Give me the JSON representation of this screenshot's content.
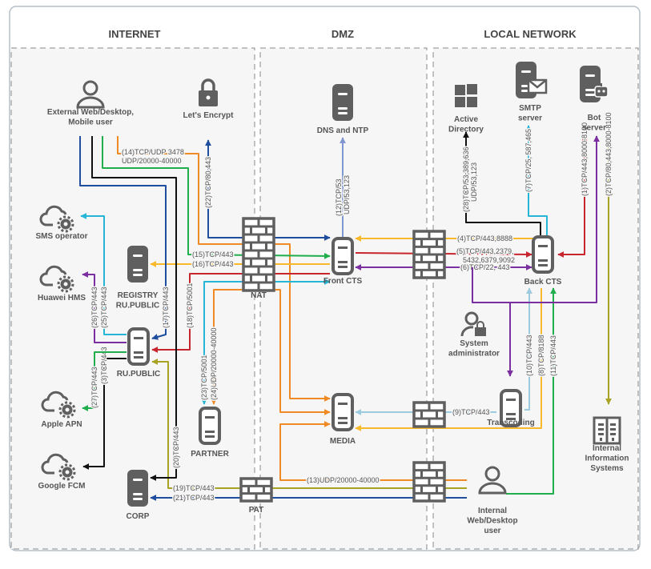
{
  "zones": [
    {
      "id": "internet",
      "title": "INTERNET"
    },
    {
      "id": "dmz",
      "title": "DMZ"
    },
    {
      "id": "local",
      "title": "LOCAL NETWORK"
    }
  ],
  "nodes": {
    "external_user": {
      "lines": [
        "External Web/Desktop,",
        "Mobile user"
      ],
      "icon": "user-icon"
    },
    "lets_encrypt": {
      "lines": [
        "Let's Encrypt"
      ],
      "icon": "lock-icon"
    },
    "dns_ntp": {
      "lines": [
        "DNS and NTP"
      ],
      "icon": "server-icon"
    },
    "active_directory": {
      "lines": [
        "Active",
        "Directory"
      ],
      "icon": "windows-icon"
    },
    "smtp": {
      "lines": [
        "SMTP",
        "server"
      ],
      "icon": "mail-server-icon"
    },
    "bot": {
      "lines": [
        "Bot",
        "server"
      ],
      "icon": "bot-server-icon"
    },
    "sms": {
      "lines": [
        "SMS operator"
      ],
      "icon": "cloud-gear-icon"
    },
    "huawei": {
      "lines": [
        "Huawei HMS"
      ],
      "icon": "cloud-gear-icon"
    },
    "registry": {
      "lines": [
        "REGISTRY",
        "RU.PUBLIC"
      ],
      "icon": "server-icon"
    },
    "rupublic": {
      "lines": [
        "RU.PUBLIC"
      ],
      "icon": "server-icon"
    },
    "apple": {
      "lines": [
        "Apple APN"
      ],
      "icon": "cloud-gear-icon"
    },
    "google": {
      "lines": [
        "Google FCM"
      ],
      "icon": "cloud-gear-icon"
    },
    "partner": {
      "lines": [
        "PARTNER"
      ],
      "icon": "server-icon"
    },
    "corp": {
      "lines": [
        "CORP"
      ],
      "icon": "server-icon"
    },
    "nat": {
      "lines": [
        "NAT"
      ],
      "icon": "firewall-icon"
    },
    "pat": {
      "lines": [
        "PAT"
      ],
      "icon": "firewall-icon"
    },
    "front_cts": {
      "lines": [
        "Front CTS"
      ],
      "icon": "server-icon"
    },
    "back_cts": {
      "lines": [
        "Back CTS"
      ],
      "icon": "server-icon"
    },
    "sysadmin": {
      "lines": [
        "System",
        "administrator"
      ],
      "icon": "admin-lock-icon"
    },
    "transcoding": {
      "lines": [
        "Transcoding"
      ],
      "icon": "server-icon"
    },
    "media": {
      "lines": [
        "MEDIA"
      ],
      "icon": "server-icon"
    },
    "internal_user": {
      "lines": [
        "Internal",
        "Web/Desktop",
        "user"
      ],
      "icon": "user-icon"
    },
    "internal_is": {
      "lines": [
        "Internal",
        "Information",
        "Systems"
      ],
      "icon": "building-icon"
    }
  },
  "colors": {
    "orange": "#f08a24",
    "blue": "#1f4e9e",
    "green": "#1fae4b",
    "black": "#111111",
    "yellow": "#f9b92b",
    "red": "#c8262e",
    "purple": "#7b2fa0",
    "cyan": "#25b5d6",
    "lightblue": "#9ccbe0",
    "olive": "#a8a323",
    "lavender": "#7f96d0",
    "icon": "#5f5f5f"
  },
  "edges": [
    {
      "id": "e1",
      "color": "red",
      "label": [
        "(1)TCP/443,8000-8100"
      ]
    },
    {
      "id": "e2",
      "color": "olive",
      "label": [
        "(2)TCP/80,443,8000-8100"
      ]
    },
    {
      "id": "e3",
      "color": "black",
      "label": [
        "(3)TCP/443"
      ]
    },
    {
      "id": "e4",
      "color": "yellow",
      "label": [
        "(4)TCP/443,8888"
      ]
    },
    {
      "id": "e5",
      "color": "red",
      "label": [
        "(5)TCP/443,2379,",
        "5432,6379,9092"
      ]
    },
    {
      "id": "e6",
      "color": "purple",
      "label": [
        "(6)TCP/22, 443"
      ]
    },
    {
      "id": "e7",
      "color": "cyan",
      "label": [
        "(7)TCP/25, 587,465"
      ]
    },
    {
      "id": "e8",
      "color": "yellow",
      "label": [
        "(8)TCP/8188"
      ]
    },
    {
      "id": "e9",
      "color": "lightblue",
      "label": [
        "(9)TCP/443"
      ]
    },
    {
      "id": "e10",
      "color": "lightblue",
      "label": [
        "(10)TCP/443"
      ]
    },
    {
      "id": "e11",
      "color": "green",
      "label": [
        "(11)TCP/443"
      ]
    },
    {
      "id": "e12",
      "color": "lavender",
      "label": [
        "(12)TCP/53",
        "UDP/53,123"
      ]
    },
    {
      "id": "e13",
      "color": "orange",
      "label": [
        "(13)UDP/20000-40000"
      ]
    },
    {
      "id": "e14",
      "color": "orange",
      "label": [
        "(14)TCP/UDP 3478",
        "UDP/20000-40000"
      ]
    },
    {
      "id": "e15",
      "color": "green",
      "label": [
        "(15)TCP/443"
      ]
    },
    {
      "id": "e16",
      "color": "yellow",
      "label": [
        "(16)TCP/443"
      ]
    },
    {
      "id": "e17",
      "color": "blue",
      "label": [
        "(17)TCP/443"
      ]
    },
    {
      "id": "e18",
      "color": "red",
      "label": [
        "(18)TCP/5001"
      ]
    },
    {
      "id": "e19",
      "color": "olive",
      "label": [
        "(19)TCP/443"
      ]
    },
    {
      "id": "e20",
      "color": "black",
      "label": [
        "(20)TCP/443"
      ]
    },
    {
      "id": "e21",
      "color": "blue",
      "label": [
        "(21)TCP/443"
      ]
    },
    {
      "id": "e22",
      "color": "blue",
      "label": [
        "(22)TCP/80,443"
      ]
    },
    {
      "id": "e23",
      "color": "cyan",
      "label": [
        "(23)TCP/5001"
      ]
    },
    {
      "id": "e24",
      "color": "orange",
      "label": [
        "(24)UDP/20000-40000"
      ]
    },
    {
      "id": "e25",
      "color": "cyan",
      "label": [
        "(25)TCP/443"
      ]
    },
    {
      "id": "e26",
      "color": "purple",
      "label": [
        "(26)TCP/443"
      ]
    },
    {
      "id": "e27",
      "color": "green",
      "label": [
        "(27)TCP/443"
      ]
    },
    {
      "id": "e28",
      "color": "black",
      "label": [
        "(28)TCP/53,389,636",
        "UDP/53,123"
      ]
    },
    {
      "id": "admin",
      "color": "purple",
      "label": []
    },
    {
      "id": "media_orange",
      "color": "orange",
      "label": []
    }
  ]
}
